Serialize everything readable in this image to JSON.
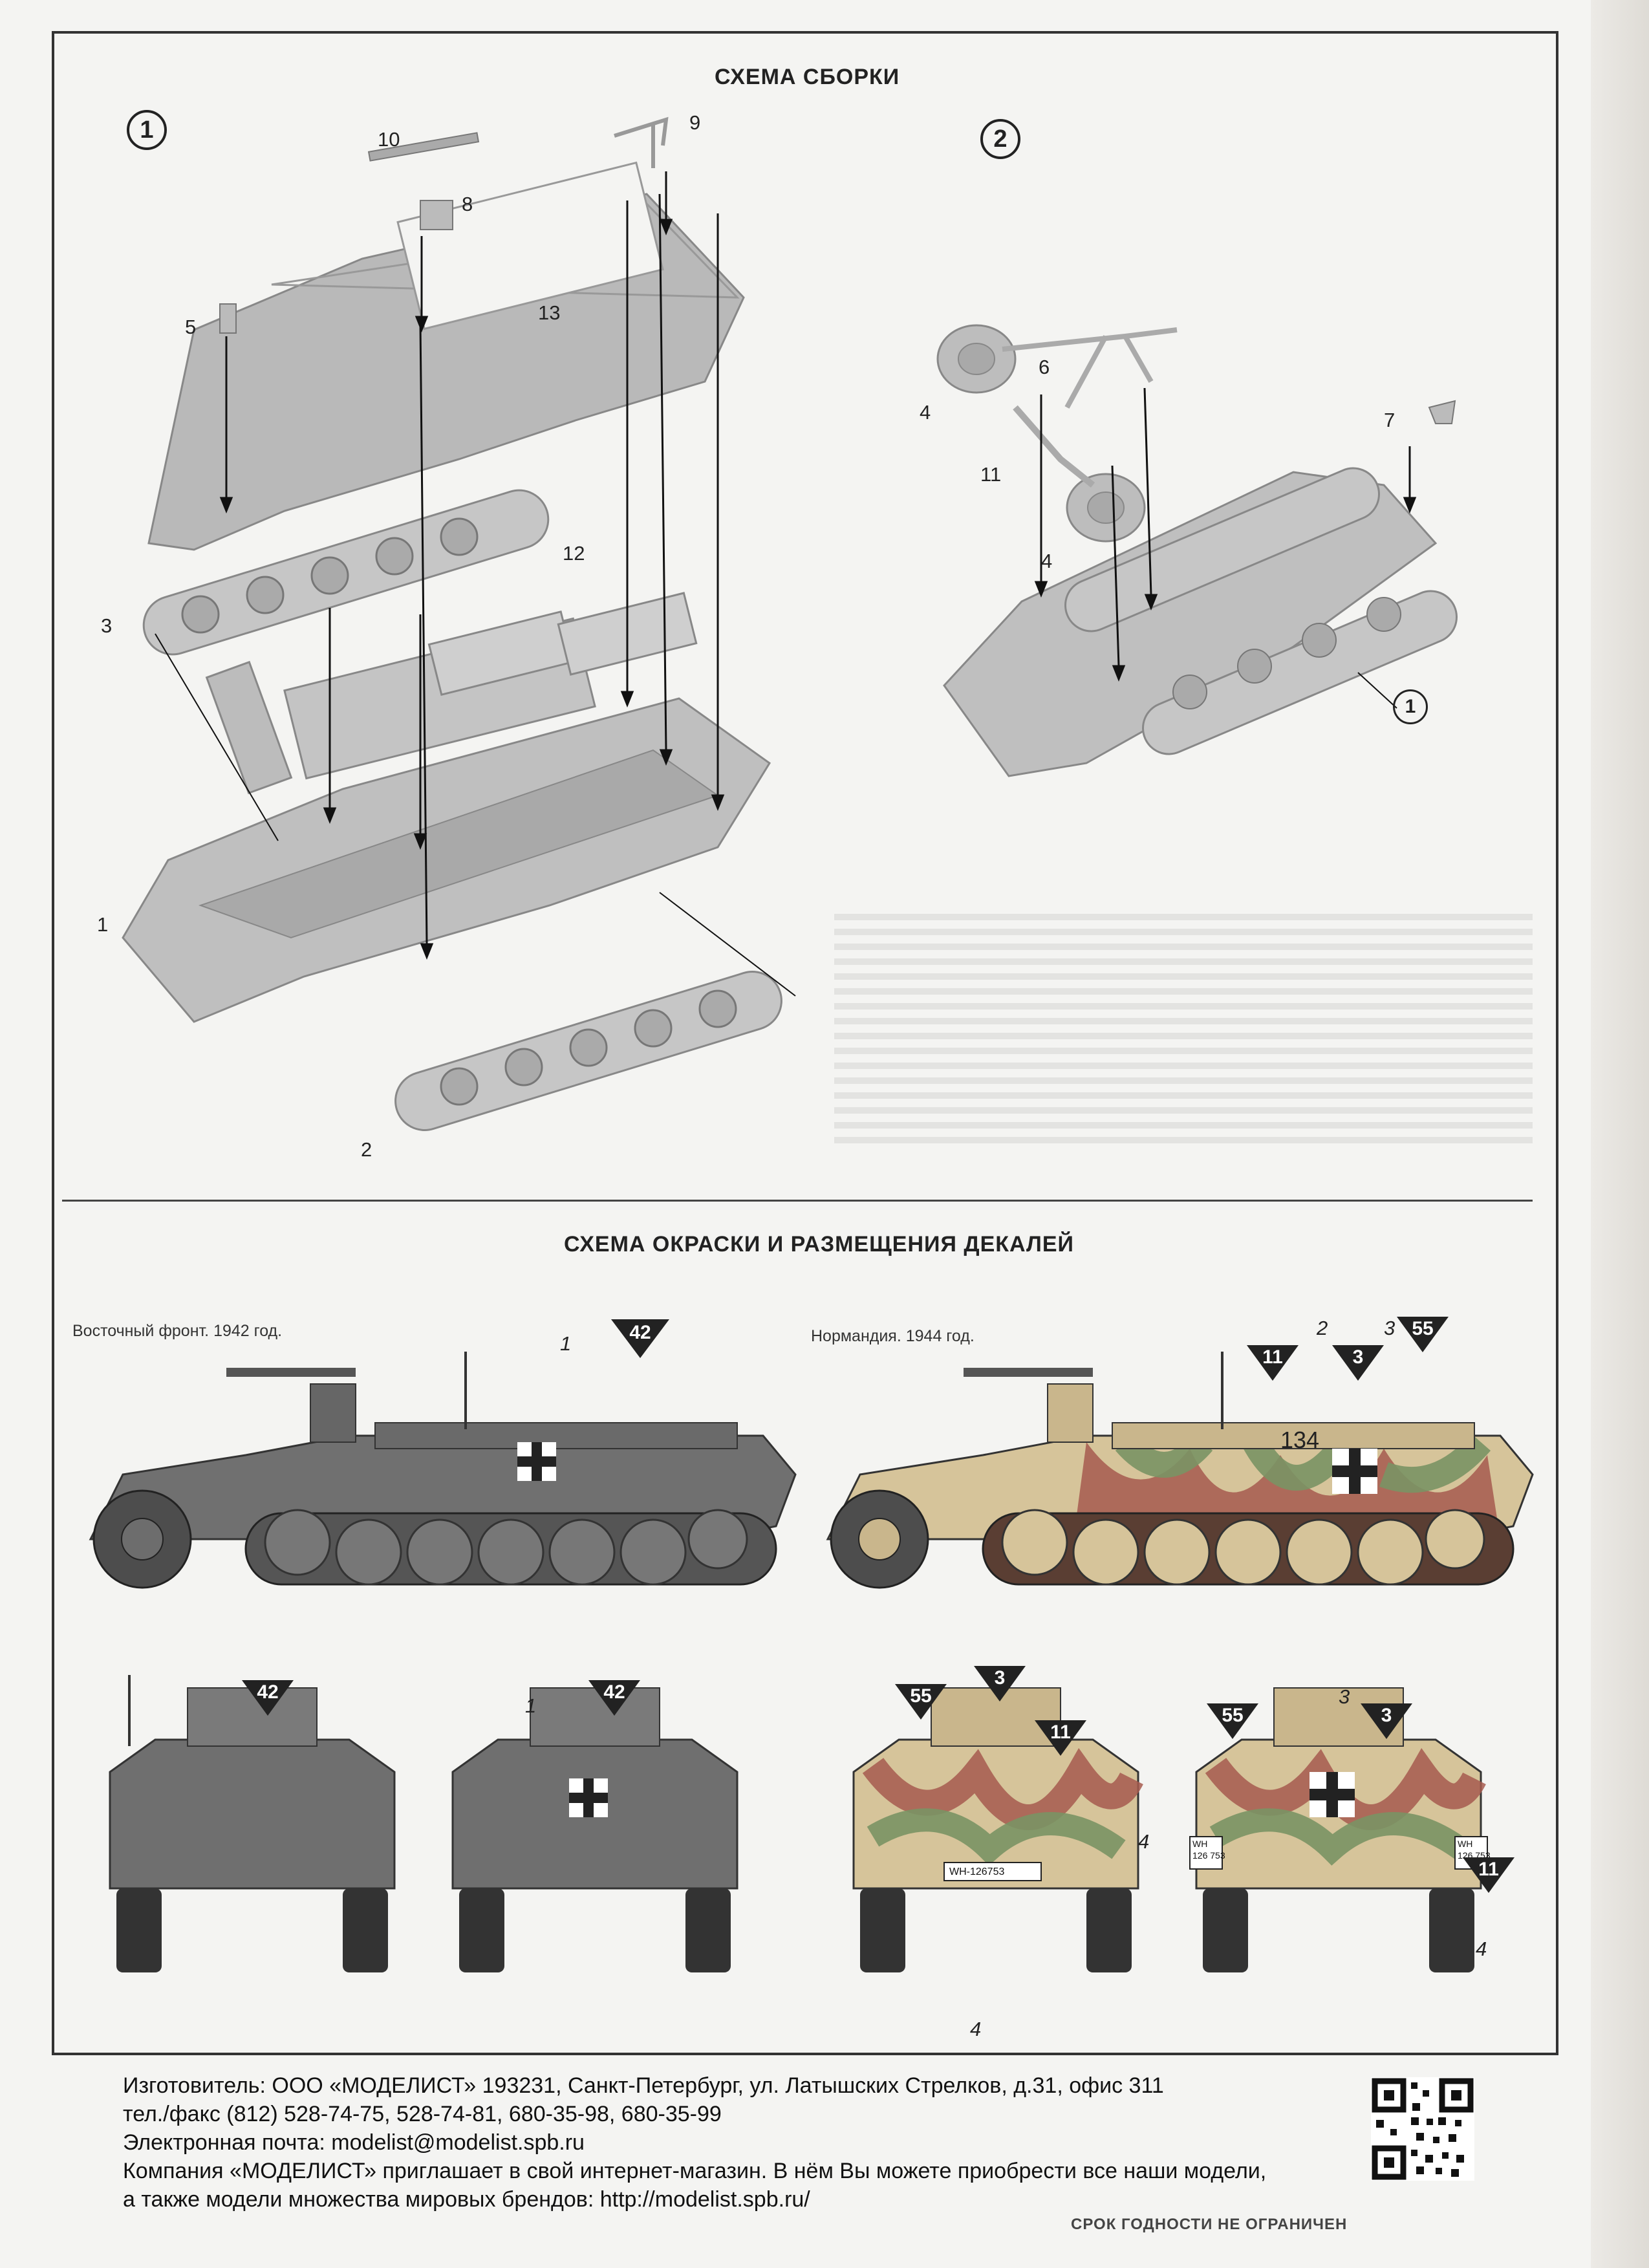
{
  "assembly": {
    "title": "СХЕМА СБОРКИ",
    "steps": [
      "1",
      "2"
    ],
    "part_numbers": [
      "10",
      "9",
      "8",
      "5",
      "13",
      "3",
      "12",
      "1",
      "2",
      "6",
      "4",
      "11",
      "4",
      "7",
      "1"
    ]
  },
  "painting": {
    "title": "СХЕМА ОКРАСКИ И РАЗМЕЩЕНИЯ ДЕКАЛЕЙ",
    "schemes": [
      {
        "caption": "Восточный фронт. 1942 год.",
        "color": "#6f6f6f"
      },
      {
        "caption": "Нормандия. 1944 год.",
        "colors": [
          "#d6c49a",
          "#a65a4f",
          "#7a9464"
        ]
      }
    ],
    "decal_markers": [
      "42",
      "11",
      "3",
      "55",
      "42",
      "42",
      "55",
      "3",
      "11",
      "55",
      "3",
      "11"
    ],
    "callouts": [
      "1",
      "2",
      "3",
      "1",
      "3",
      "4",
      "4",
      "4"
    ],
    "hull_number": "134",
    "plate": "WH-126753",
    "plate_top": "WH",
    "plate_bottom": "126 753"
  },
  "footer": {
    "line1": "Изготовитель: ООО «МОДЕЛИСТ» 193231, Санкт-Петербург, ул. Латышских Стрелков, д.31, офис 311",
    "line2": "тел./факс (812) 528-74-75, 528-74-81, 680-35-98, 680-35-99",
    "line3": "Электронная почта: modelist@modelist.spb.ru",
    "line4": "Компания «МОДЕЛИСТ» приглашает в свой интернет-магазин. В нём Вы можете приобрести все наши модели,",
    "line5": "а также модели множества мировых брендов: http://modelist.spb.ru/",
    "expiry": "СРОК ГОДНОСТИ НЕ  ОГРАНИЧЕН"
  }
}
